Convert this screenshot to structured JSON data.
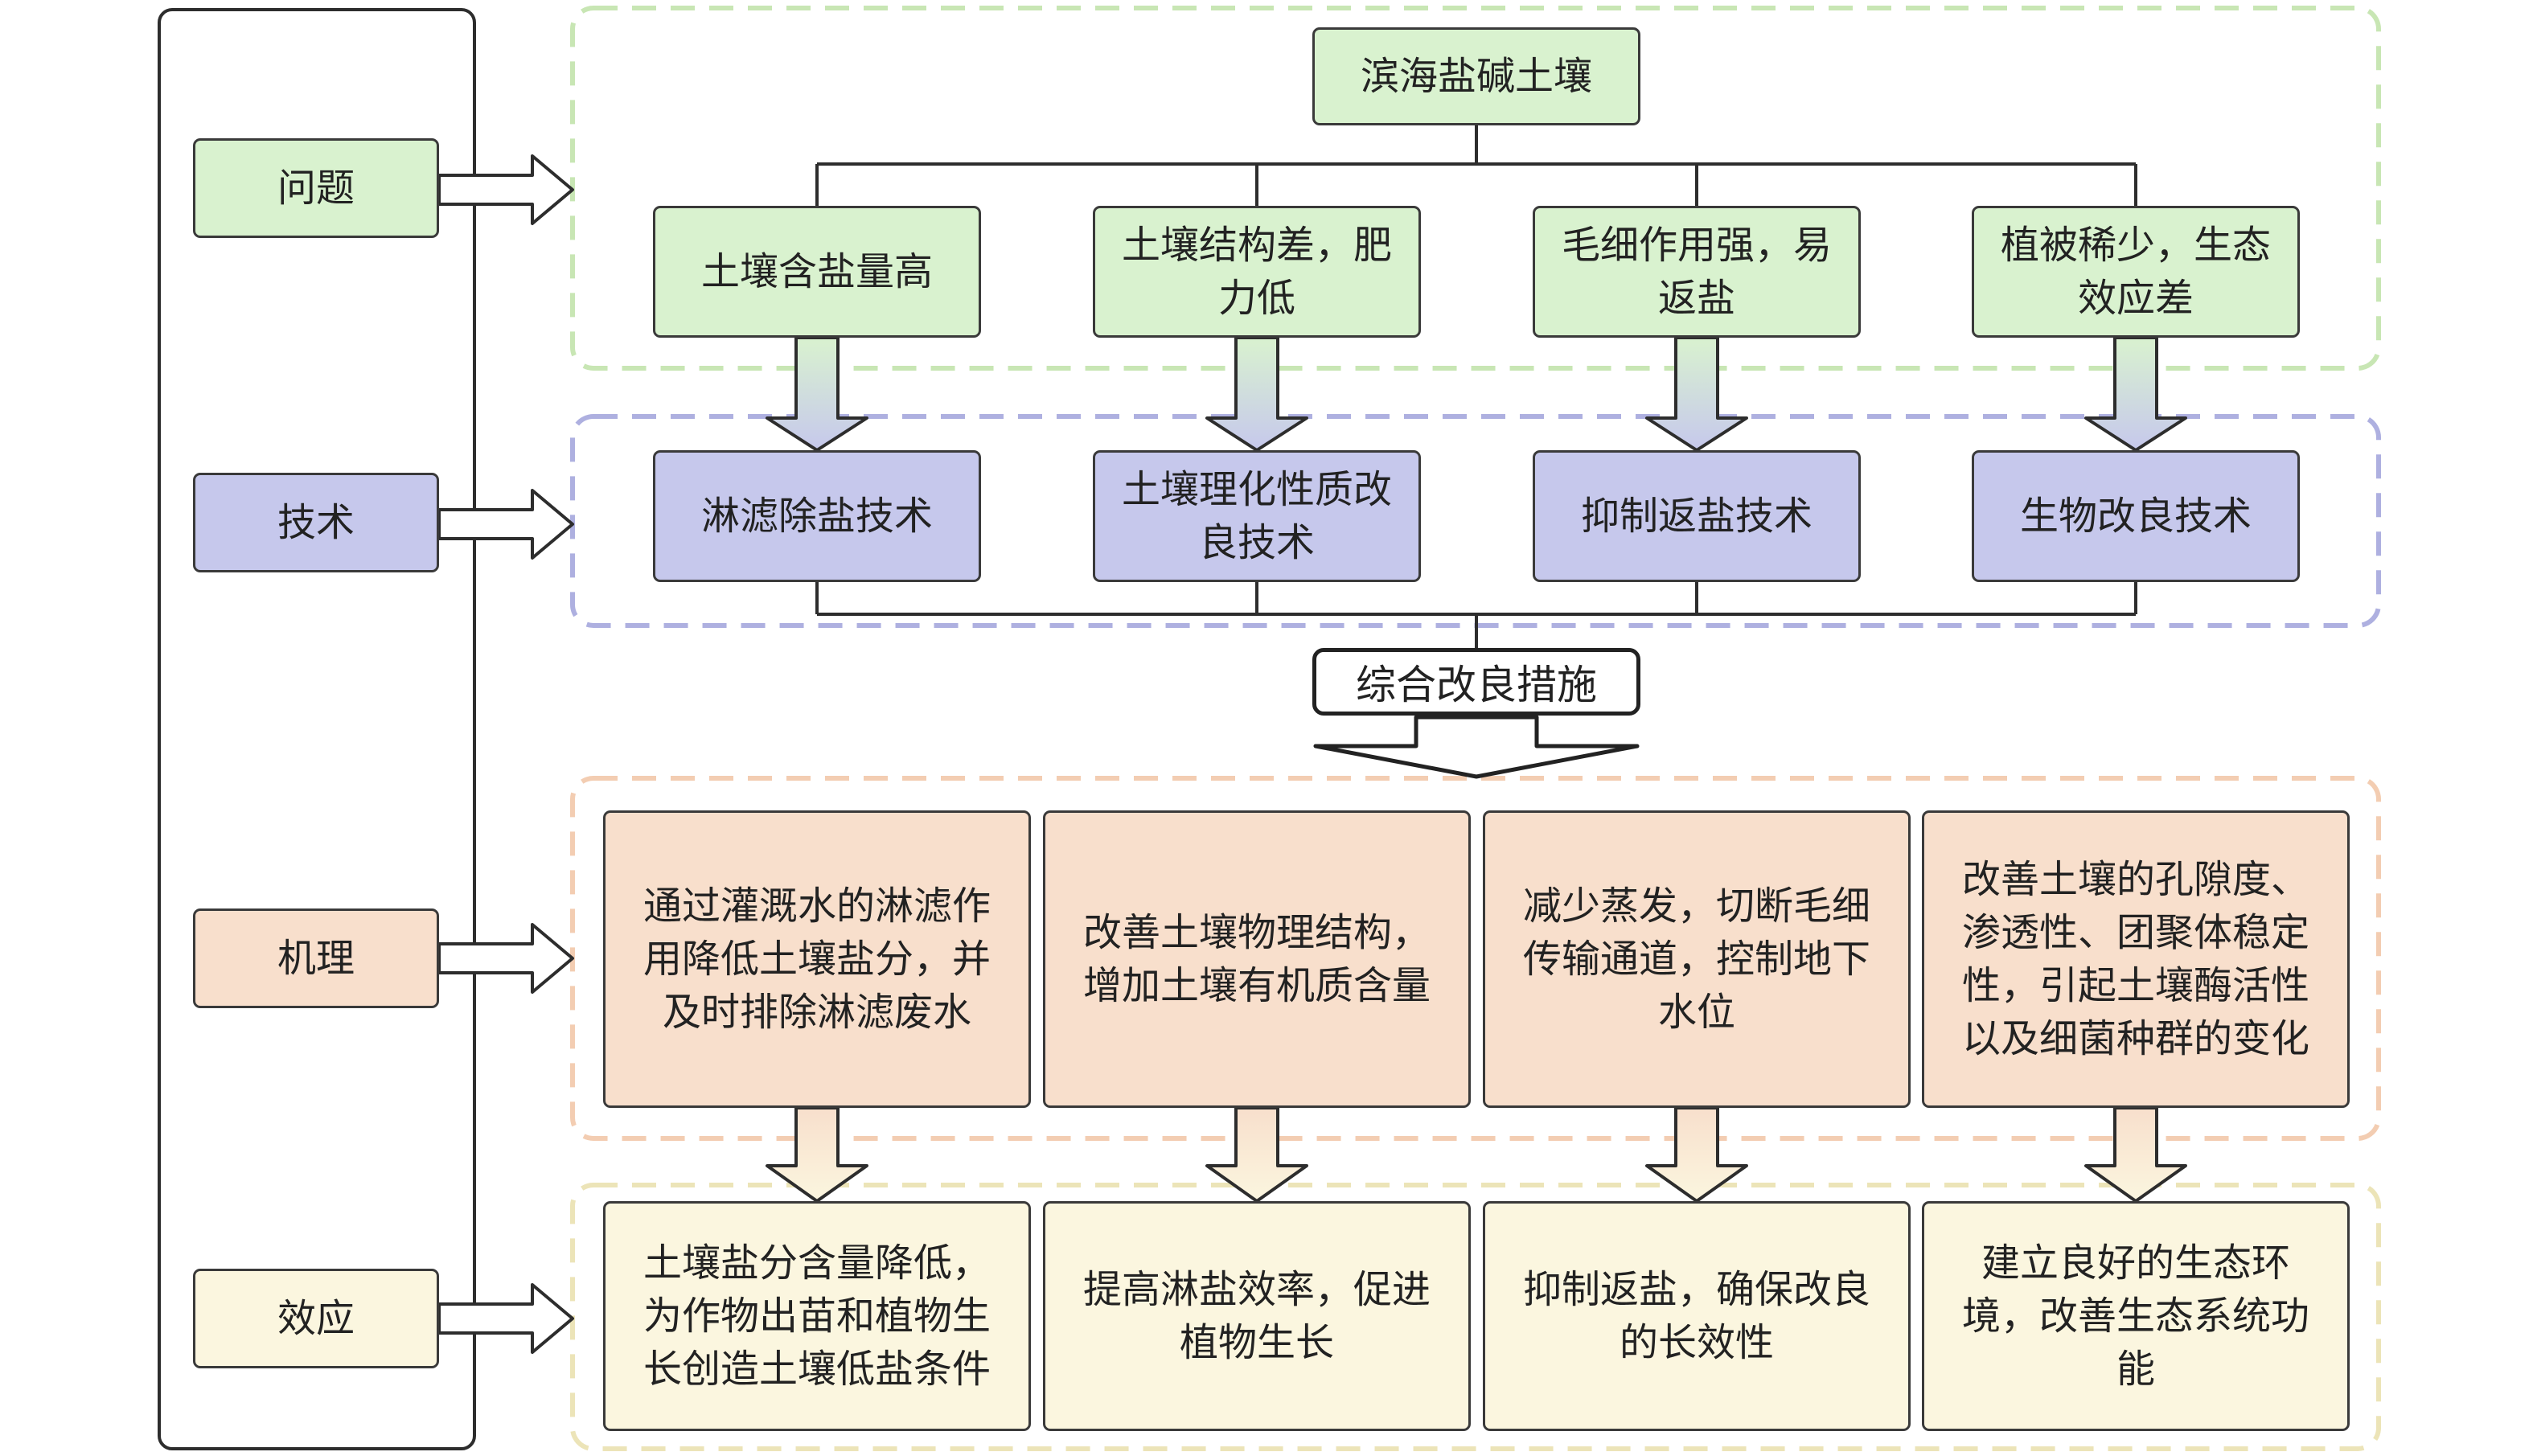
{
  "colors": {
    "problem_fill": "#d9f2cf",
    "problem_frame": "#c8e6b4",
    "technology_fill": "#c6c8ec",
    "technology_frame": "#aeb0e0",
    "mechanism_fill": "#f8dfcc",
    "mechanism_frame": "#f3cdb2",
    "effect_fill": "#fbf6df",
    "effect_frame": "#ece4b8",
    "outline": "#3a3a3a"
  },
  "side_labels": {
    "problem": "问题",
    "technology": "技术",
    "mechanism": "机理",
    "effect": "效应"
  },
  "root": "滨海盐碱土壤",
  "problems": [
    "土壤含盐量高",
    "土壤结构差，肥力低",
    "毛细作用强，易返盐",
    "植被稀少，生态效应差"
  ],
  "technologies": [
    "淋滤除盐技术",
    "土壤理化性质改良技术",
    "抑制返盐技术",
    "生物改良技术"
  ],
  "integration": "综合改良措施",
  "mechanisms": [
    "通过灌溉水的淋滤作用降低土壤盐分，并及时排除淋滤废水",
    "改善土壤物理结构，增加土壤有机质含量",
    "减少蒸发，切断毛细传输通道，控制地下水位",
    "改善土壤的孔隙度、渗透性、团聚体稳定性，引起土壤酶活性以及细菌种群的变化"
  ],
  "effects": [
    "土壤盐分含量降低，为作物出苗和植物生长创造土壤低盐条件",
    "提高淋盐效率，促进植物生长",
    "抑制返盐，确保改良的长效性",
    "建立良好的生态环境，改善生态系统功能"
  ]
}
